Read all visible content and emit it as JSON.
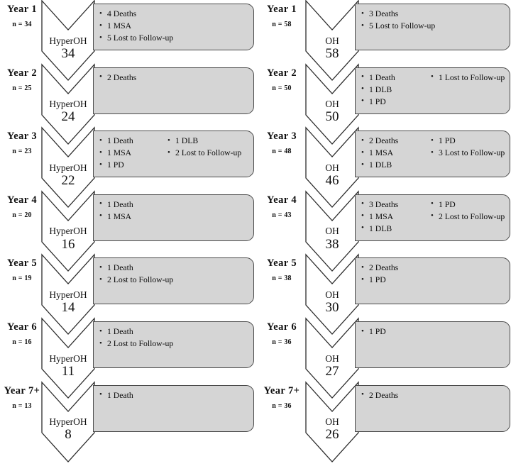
{
  "figure": {
    "type": "flow-diagram",
    "description": "Two parallel follow-up attrition flowcharts by year",
    "colors": {
      "box_fill": "#d5d5d5",
      "box_border": "#4a4a4a",
      "arrow_fill": "#ffffff",
      "arrow_border": "#2b2b2b",
      "text": "#101010"
    }
  },
  "columns": [
    {
      "id": "hyperoh",
      "group_label": "HyperOH",
      "rows": [
        {
          "year": "Year 1",
          "n": "n = 34",
          "arrow_label": "HyperOH",
          "arrow_count": "34",
          "events_col1": [
            "4 Deaths",
            "1 MSA",
            "5 Lost to Follow-up"
          ],
          "events_col2": []
        },
        {
          "year": "Year 2",
          "n": "n = 25",
          "arrow_label": "HyperOH",
          "arrow_count": "24",
          "events_col1": [
            "2 Deaths"
          ],
          "events_col2": []
        },
        {
          "year": "Year 3",
          "n": "n = 23",
          "arrow_label": "HyperOH",
          "arrow_count": "22",
          "events_col1": [
            "1 Death",
            "1 MSA",
            "1 PD"
          ],
          "events_col2": [
            "1 DLB",
            "2 Lost to Follow-up"
          ]
        },
        {
          "year": "Year 4",
          "n": "n = 20",
          "arrow_label": "HyperOH",
          "arrow_count": "16",
          "events_col1": [
            "1 Death",
            "1 MSA"
          ],
          "events_col2": []
        },
        {
          "year": "Year 5",
          "n": "n = 19",
          "arrow_label": "HyperOH",
          "arrow_count": "14",
          "events_col1": [
            "1 Death",
            "2 Lost to Follow-up"
          ],
          "events_col2": []
        },
        {
          "year": "Year 6",
          "n": "n = 16",
          "arrow_label": "HyperOH",
          "arrow_count": "11",
          "events_col1": [
            "1 Death",
            "2 Lost to Follow-up"
          ],
          "events_col2": []
        },
        {
          "year": "Year 7+",
          "n": "n = 13",
          "arrow_label": "HyperOH",
          "arrow_count": "8",
          "events_col1": [
            "1 Death"
          ],
          "events_col2": []
        }
      ]
    },
    {
      "id": "oh",
      "group_label": "OH",
      "rows": [
        {
          "year": "Year 1",
          "n": "n = 58",
          "arrow_label": "OH",
          "arrow_count": "58",
          "events_col1": [
            "3 Deaths",
            "5 Lost to Follow-up"
          ],
          "events_col2": []
        },
        {
          "year": "Year 2",
          "n": "n = 50",
          "arrow_label": "OH",
          "arrow_count": "50",
          "events_col1": [
            "1 Death",
            "1 DLB",
            "1 PD"
          ],
          "events_col2": [
            "1 Lost to Follow-up"
          ]
        },
        {
          "year": "Year 3",
          "n": "n = 48",
          "arrow_label": "OH",
          "arrow_count": "46",
          "events_col1": [
            "2 Deaths",
            "1 MSA",
            "1 DLB"
          ],
          "events_col2": [
            "1 PD",
            "3 Lost to Follow-up"
          ]
        },
        {
          "year": "Year 4",
          "n": "n = 43",
          "arrow_label": "OH",
          "arrow_count": "38",
          "events_col1": [
            "3 Deaths",
            "1 MSA",
            "1 DLB"
          ],
          "events_col2": [
            "1 PD",
            "2 Lost to Follow-up"
          ]
        },
        {
          "year": "Year 5",
          "n": "n = 38",
          "arrow_label": "OH",
          "arrow_count": "30",
          "events_col1": [
            "2 Deaths",
            "1 PD"
          ],
          "events_col2": []
        },
        {
          "year": "Year 6",
          "n": "n = 36",
          "arrow_label": "OH",
          "arrow_count": "27",
          "events_col1": [
            "1 PD"
          ],
          "events_col2": []
        },
        {
          "year": "Year 7+",
          "n": "n = 36",
          "arrow_label": "OH",
          "arrow_count": "26",
          "events_col1": [
            "2 Deaths"
          ],
          "events_col2": []
        }
      ]
    }
  ]
}
